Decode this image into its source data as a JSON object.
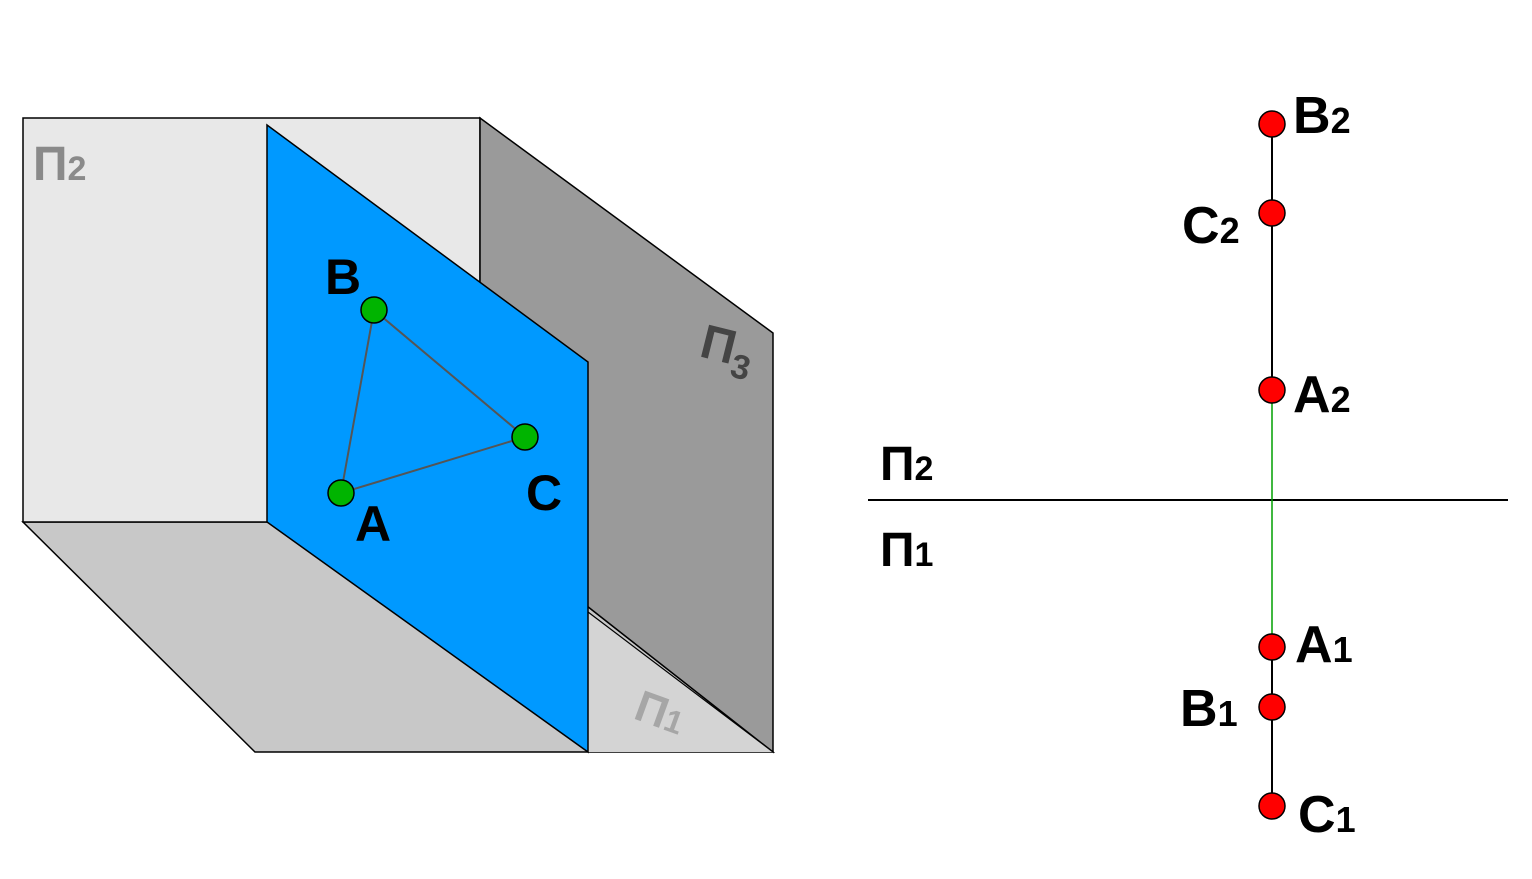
{
  "left_diagram": {
    "plane_front": "П",
    "plane_front_sub": "2",
    "plane_side": "П",
    "plane_side_sub": "3",
    "plane_bottom": "П",
    "plane_bottom_sub": "1",
    "points": [
      {
        "name": "A"
      },
      {
        "name": "B"
      },
      {
        "name": "C"
      }
    ],
    "colors": {
      "front_plane": "#e8e8e8",
      "bottom_plane": "#c8c8c8",
      "side_plane": "#9a9a9a",
      "cutting_plane": "#0099ff",
      "space_points": "#00b400",
      "projection_points": "#ff0000",
      "link_line": "#00a000"
    }
  },
  "right_diagram": {
    "axis_upper": "П",
    "axis_upper_sub": "2",
    "axis_lower": "П",
    "axis_lower_sub": "1",
    "projections": [
      {
        "name": "B",
        "sub": "2"
      },
      {
        "name": "C",
        "sub": "2"
      },
      {
        "name": "A",
        "sub": "2"
      },
      {
        "name": "A",
        "sub": "1"
      },
      {
        "name": "B",
        "sub": "1"
      },
      {
        "name": "C",
        "sub": "1"
      }
    ]
  }
}
